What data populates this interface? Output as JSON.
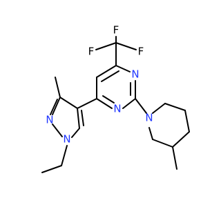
{
  "colors": {
    "background": "#ffffff",
    "bond": "#000000",
    "nitrogen": "#1f36ff",
    "fluorine": "#000000"
  },
  "atoms": {
    "f_top": "F",
    "f_left": "F",
    "f_right": "F",
    "n_pyrimidine_1": "N",
    "n_pyrimidine_3": "N",
    "n_piperidine": "N",
    "n_pyrazole_1": "N",
    "n_pyrazole_2": "N"
  }
}
